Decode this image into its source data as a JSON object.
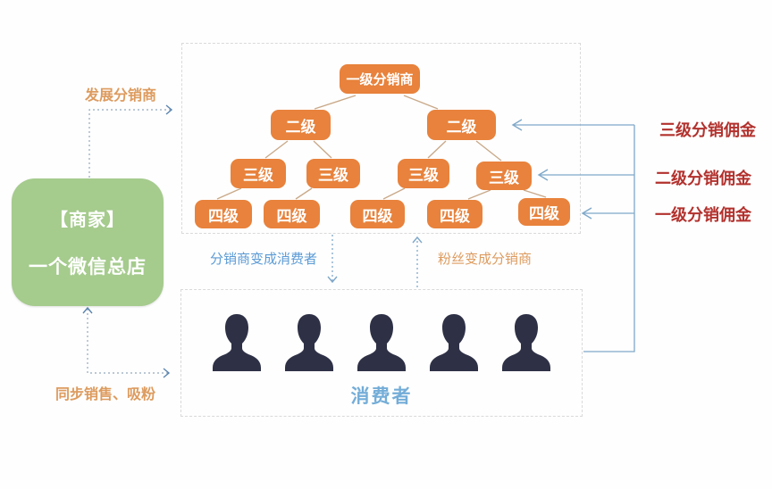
{
  "merchant": {
    "line1": "【商家】",
    "line2": "一个微信总店"
  },
  "tree": {
    "level1": "一级分销商",
    "level2": [
      "二级",
      "二级"
    ],
    "level3": [
      "三级",
      "三级",
      "三级",
      "三级"
    ],
    "level4": [
      "四级",
      "四级",
      "四级",
      "四级",
      "四级"
    ]
  },
  "consumers": {
    "label": "消费者",
    "person_count": 5
  },
  "flow_labels": {
    "develop": "发展分销商",
    "sync": "同步销售、吸粉",
    "to_consumer": "分销商变成消费者",
    "to_distributor": "粉丝变成分销商"
  },
  "commissions": {
    "level3": "三级分销佣金",
    "level2": "二级分销佣金",
    "level1": "一级分销佣金"
  },
  "colors": {
    "node_orange": "#e8823c",
    "merchant_green": "#a5cb8d",
    "commission_red": "#b2312d",
    "blue_text": "#5b9bd5",
    "orange_text": "#dd9b5e",
    "line_blue": "#7fa8c9",
    "connector_tan": "#c9a989",
    "silhouette_navy": "#2e3146",
    "consumer_label_blue": "#74add8"
  }
}
